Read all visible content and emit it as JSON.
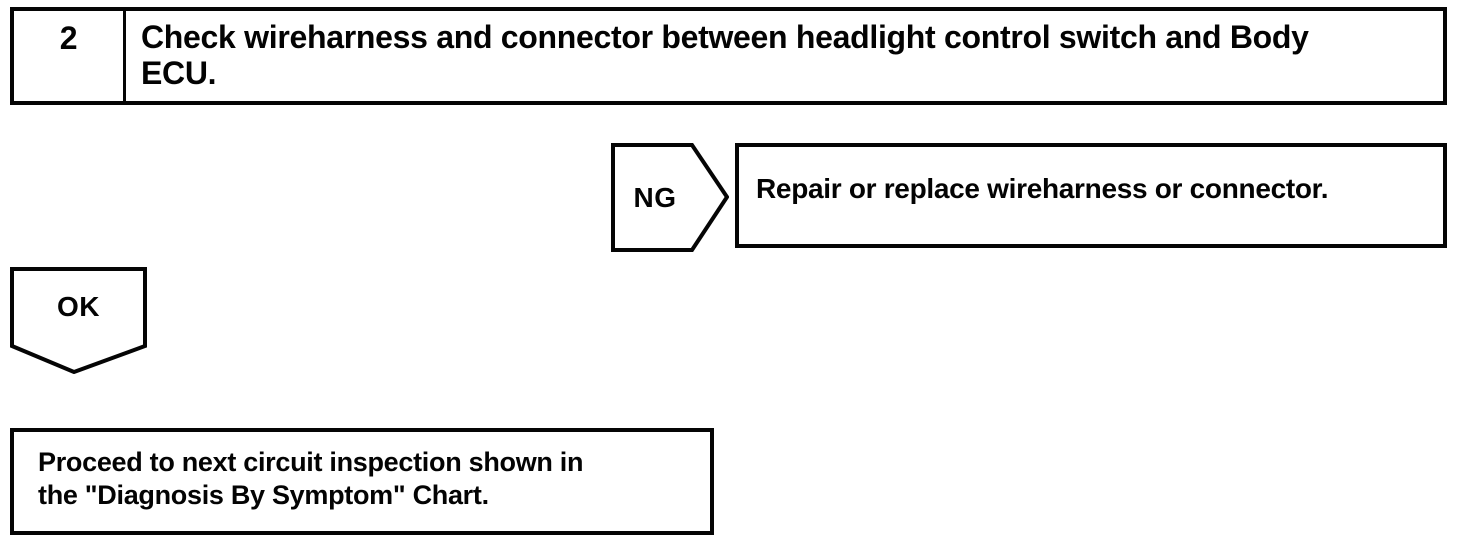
{
  "page": {
    "background_color": "#ffffff",
    "ink_color": "#050505",
    "kind": "diagnostic flowchart"
  },
  "flowchart": {
    "step": {
      "number": "2",
      "instruction": "Check wireharness and connector between headlight control switch and Body\nECU."
    },
    "ng_branch": {
      "label": "NG",
      "action": "Repair or replace wireharness or connector."
    },
    "ok_branch": {
      "label": "OK",
      "action": "Proceed to next circuit inspection shown in\nthe \"Diagnosis By Symptom\" Chart."
    }
  }
}
